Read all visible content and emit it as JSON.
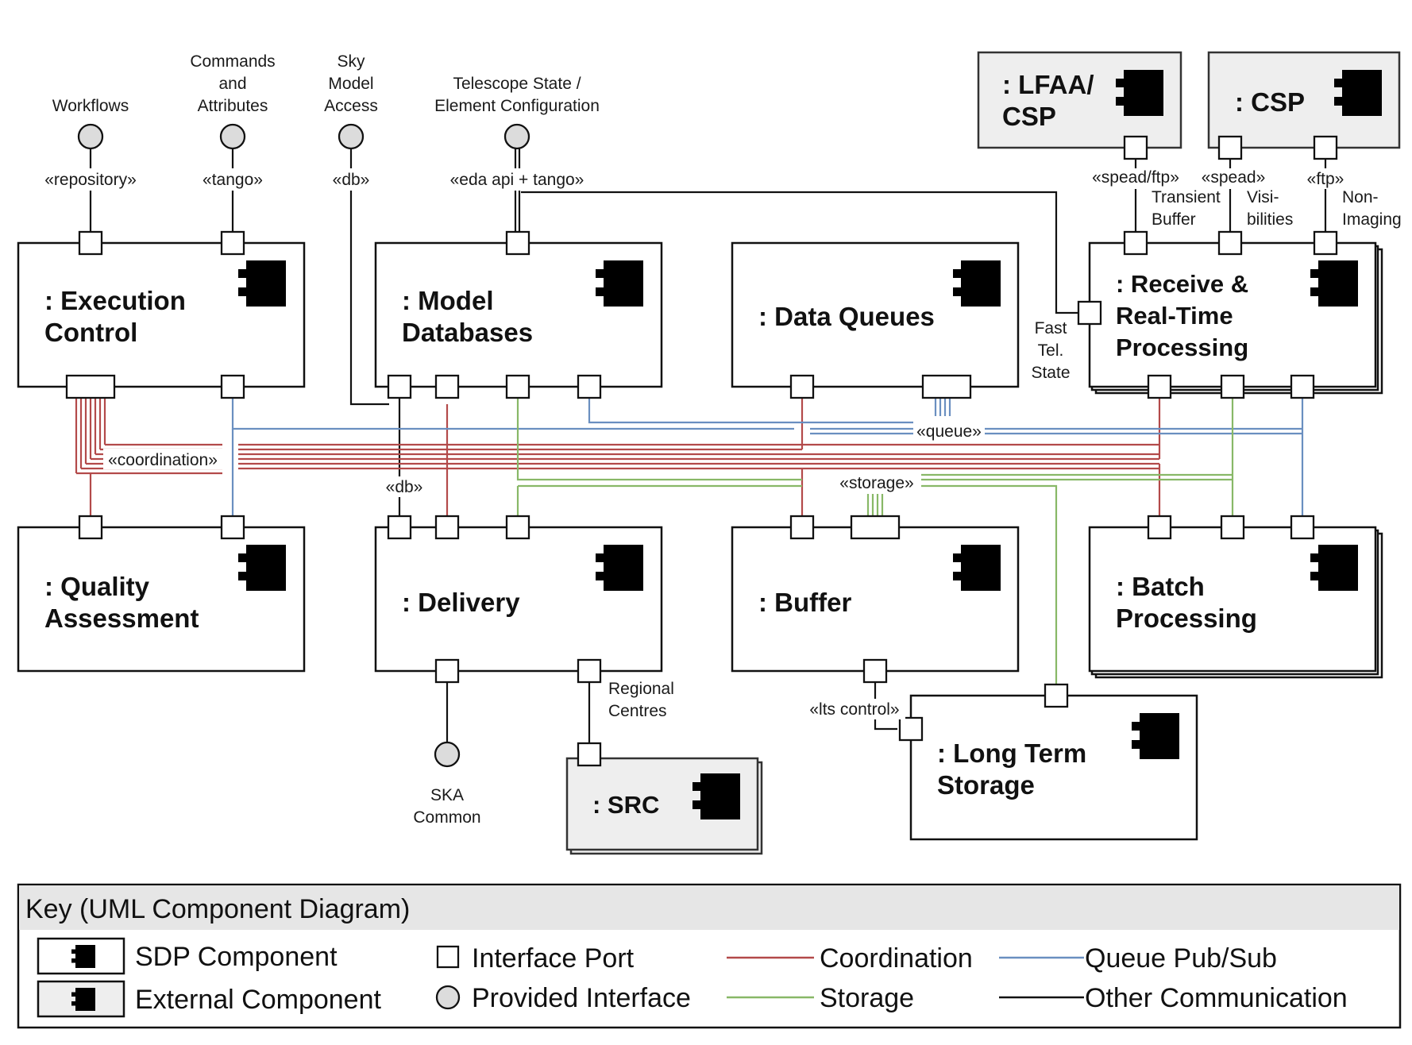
{
  "interfaces": {
    "workflows": "Workflows",
    "commands": [
      "Commands",
      "and",
      "Attributes"
    ],
    "sky_model": [
      "Sky",
      "Model",
      "Access"
    ],
    "telescope_state": [
      "Telescope State /",
      "Element Configuration"
    ],
    "ska_common": [
      "SKA",
      "Common"
    ]
  },
  "stereotypes": {
    "repository": "«repository»",
    "tango": "«tango»",
    "db_top": "«db»",
    "eda": "«eda api + tango»",
    "spead_ftp": "«spead/ftp»",
    "spead": "«spead»",
    "ftp": "«ftp»",
    "coordination": "«coordination»",
    "db_mid": "«db»",
    "queue": "«queue»",
    "storage": "«storage»",
    "lts_control": "«lts control»"
  },
  "port_labels": {
    "transient": [
      "Transient",
      "Buffer"
    ],
    "visibilities": [
      "Visi-",
      "bilities"
    ],
    "non_imaging": [
      "Non-",
      "Imaging"
    ],
    "fast_tel": [
      "Fast",
      "Tel.",
      "State"
    ],
    "regional": [
      "Regional",
      "Centres"
    ]
  },
  "components": {
    "execution_control": [
      ": Execution",
      "Control"
    ],
    "model_databases": [
      ": Model",
      "Databases"
    ],
    "data_queues": ": Data Queues",
    "receive": [
      ": Receive &",
      "Real-Time",
      "Processing"
    ],
    "quality_assessment": [
      ": Quality",
      "Assessment"
    ],
    "delivery": ": Delivery",
    "buffer": ": Buffer",
    "batch_processing": [
      ": Batch",
      "Processing"
    ],
    "long_term_storage": [
      ": Long Term",
      "Storage"
    ],
    "lfaa_csp": [
      ": LFAA/",
      "CSP"
    ],
    "csp": ": CSP",
    "src": ": SRC"
  },
  "key": {
    "title": "Key (UML Component Diagram)",
    "sdp_component": "SDP Component",
    "external_component": "External Component",
    "interface_port": "Interface Port",
    "provided_interface": "Provided Interface",
    "coordination": "Coordination",
    "storage": "Storage",
    "queue_pubsub": "Queue Pub/Sub",
    "other_communication": "Other Communication"
  },
  "colors": {
    "coordination": "#b34a4a",
    "storage": "#88b867",
    "queue": "#6a8fc0",
    "other": "#111111",
    "external_fill": "#eeeeee",
    "key_header": "#e6e6e6"
  }
}
